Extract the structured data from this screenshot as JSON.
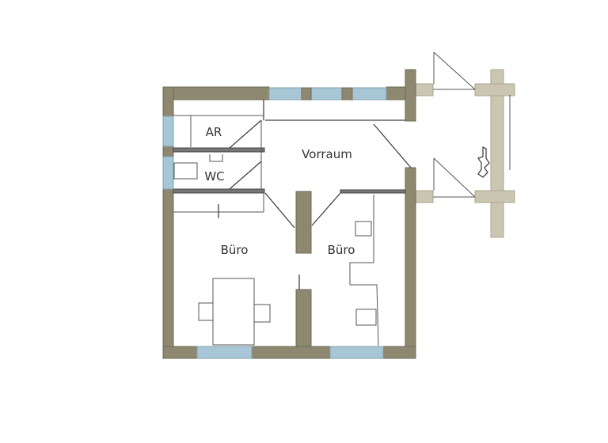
{
  "rooms": [
    {
      "id": "ar",
      "label": "AR"
    },
    {
      "id": "vorraum",
      "label": "Vorraum"
    },
    {
      "id": "wc",
      "label": "WC"
    },
    {
      "id": "buero-left",
      "label": "Büro"
    },
    {
      "id": "buero-right",
      "label": "Büro"
    }
  ],
  "colors": {
    "wall": "#8e8870",
    "window": "#a8c7d6",
    "exterior_wall": "#cac6b2"
  }
}
